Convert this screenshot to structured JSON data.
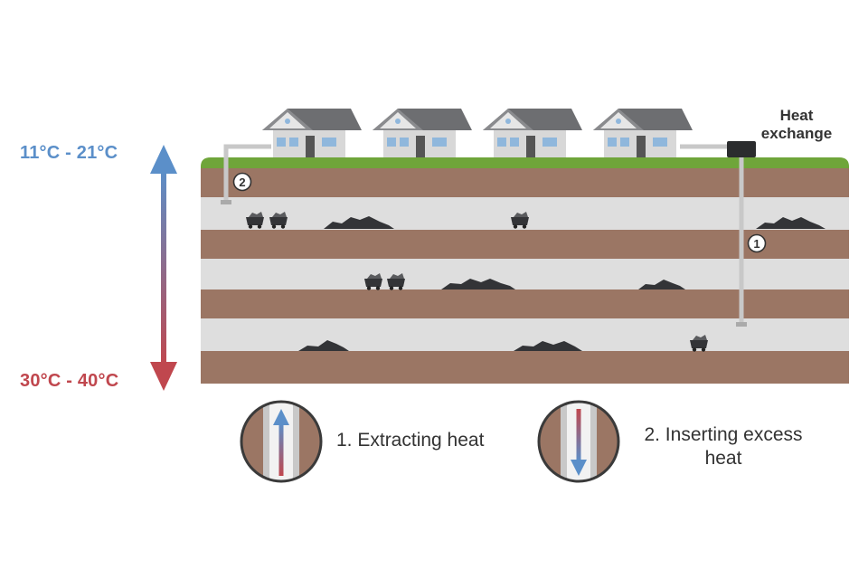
{
  "temperatures": {
    "top": {
      "label": "11°C - 21°C",
      "color": "#5b8fc9"
    },
    "bottom": {
      "label": "30°C - 40°C",
      "color": "#c0474e"
    }
  },
  "heat_exchange": {
    "line1": "Heat",
    "line2": "exchange"
  },
  "markers": {
    "marker_1": "1",
    "marker_2": "2"
  },
  "legend": {
    "item_1": {
      "text": "1. Extracting heat",
      "arrow": "up"
    },
    "item_2": {
      "line1": "2. Inserting excess",
      "line2": "heat",
      "arrow": "down"
    }
  },
  "colors": {
    "soil": "#9b7664",
    "seam": "#dedede",
    "grass": "#6fa53a",
    "pipe": "#c8c8c8",
    "coal": "#333437",
    "house_wall": "#d8d8d8",
    "roof": "#6d6e71",
    "window": "#8fb7dc"
  },
  "icons": [
    "house-icon",
    "mine-cart-icon",
    "coal-pile-icon",
    "heat-exchanger-icon",
    "temperature-arrow-icon"
  ]
}
